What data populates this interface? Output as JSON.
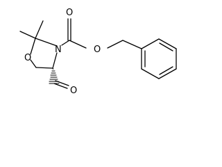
{
  "molecule": {
    "atoms": {
      "ring_oxygen": "O",
      "ring_nitrogen": "N",
      "carbamate_carbonyl_oxygen": "O",
      "carbamate_ester_oxygen": "O",
      "aldehyde_oxygen": "O"
    },
    "colors": {
      "bond": "#000000",
      "label": "#000000",
      "background": "#ffffff"
    }
  }
}
